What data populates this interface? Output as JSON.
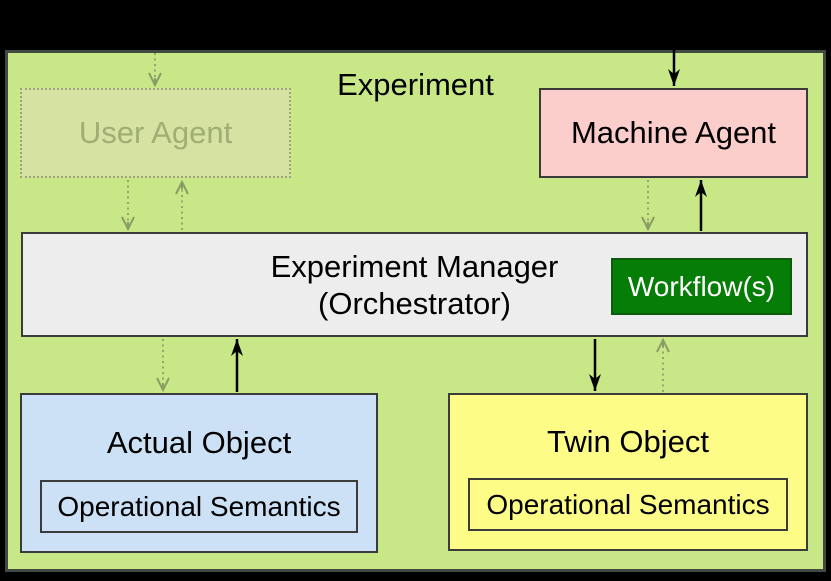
{
  "diagram": {
    "container_label": "Experiment",
    "nodes": {
      "user_agent": {
        "label": "User Agent",
        "style": "ghosted-dotted"
      },
      "machine_agent": {
        "label": "Machine Agent"
      },
      "experiment_manager": {
        "label_line1": "Experiment Manager",
        "label_line2": "(Orchestrator)"
      },
      "workflow": {
        "label": "Workflow(s)"
      },
      "actual_object": {
        "label": "Actual Object",
        "inner_label": "Operational Semantics"
      },
      "twin_object": {
        "label": "Twin Object",
        "inner_label": "Operational Semantics"
      }
    },
    "edges": [
      {
        "from": "outside-top",
        "to": "user_agent",
        "style": "dotted-faded"
      },
      {
        "from": "outside-top",
        "to": "machine_agent",
        "style": "solid"
      },
      {
        "from": "user_agent",
        "to": "experiment_manager",
        "style": "dotted-faded"
      },
      {
        "from": "experiment_manager",
        "to": "user_agent",
        "style": "dotted-faded"
      },
      {
        "from": "machine_agent",
        "to": "experiment_manager",
        "style": "dotted-faded"
      },
      {
        "from": "experiment_manager",
        "to": "machine_agent",
        "style": "solid"
      },
      {
        "from": "experiment_manager",
        "to": "actual_object",
        "style": "dotted-faded"
      },
      {
        "from": "actual_object",
        "to": "experiment_manager",
        "style": "solid"
      },
      {
        "from": "experiment_manager",
        "to": "twin_object",
        "style": "solid"
      },
      {
        "from": "twin_object",
        "to": "experiment_manager",
        "style": "dotted-faded"
      }
    ],
    "colors": {
      "page_background": "#000000",
      "container_fill": "#c8e887",
      "user_agent_fill": "#d5e2a2",
      "machine_agent_fill": "#fbcdcb",
      "manager_fill": "#ededed",
      "workflow_fill": "#067d06",
      "workflow_text": "#ffffff",
      "actual_object_fill": "#cce1f6",
      "twin_object_fill": "#fdfc87",
      "faded_arrow": "#94a471",
      "solid_arrow": "#000000",
      "box_border": "#3b3b3b"
    }
  }
}
